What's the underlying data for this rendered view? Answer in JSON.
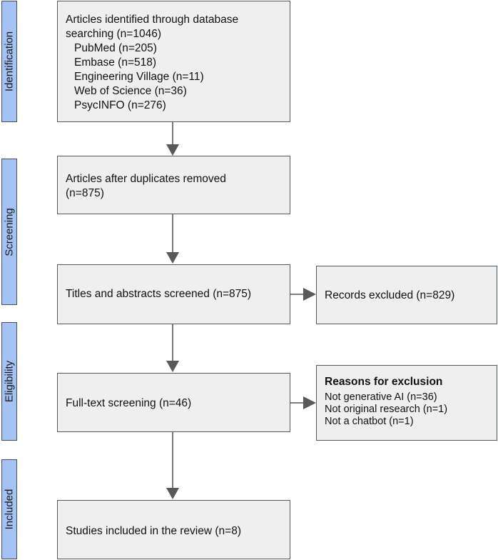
{
  "phases": [
    {
      "id": "identification",
      "label": "Identification"
    },
    {
      "id": "screening",
      "label": "Screening"
    },
    {
      "id": "eligibility",
      "label": "Eligibility"
    },
    {
      "id": "included",
      "label": "Included"
    }
  ],
  "identification": {
    "title_line1": "Articles identified through database",
    "title_line2": "searching (n=1046)",
    "sources": [
      "PubMed (n=205)",
      "Embase (n=518)",
      "Engineering Village (n=11)",
      "Web of Science (n=36)",
      "PsycINFO (n=276)"
    ]
  },
  "duplicates": {
    "line1": "Articles after duplicates removed",
    "line2": "(n=875)"
  },
  "titles_screened": {
    "text": "Titles and abstracts screened (n=875)"
  },
  "records_excluded": {
    "text": "Records excluded (n=829)"
  },
  "fulltext": {
    "text": "Full-text screening (n=46)"
  },
  "exclusion_reasons": {
    "title": "Reasons for exclusion",
    "items": [
      "Not generative AI (n=36)",
      "Not original research (n=1)",
      "Not a chatbot (n=1)"
    ]
  },
  "included": {
    "text": "Studies included in the review (n=8)"
  },
  "colors": {
    "phase_fill": "#a4c2f4",
    "box_fill": "#efefef",
    "border": "#555a61",
    "arrow": "#595959"
  }
}
